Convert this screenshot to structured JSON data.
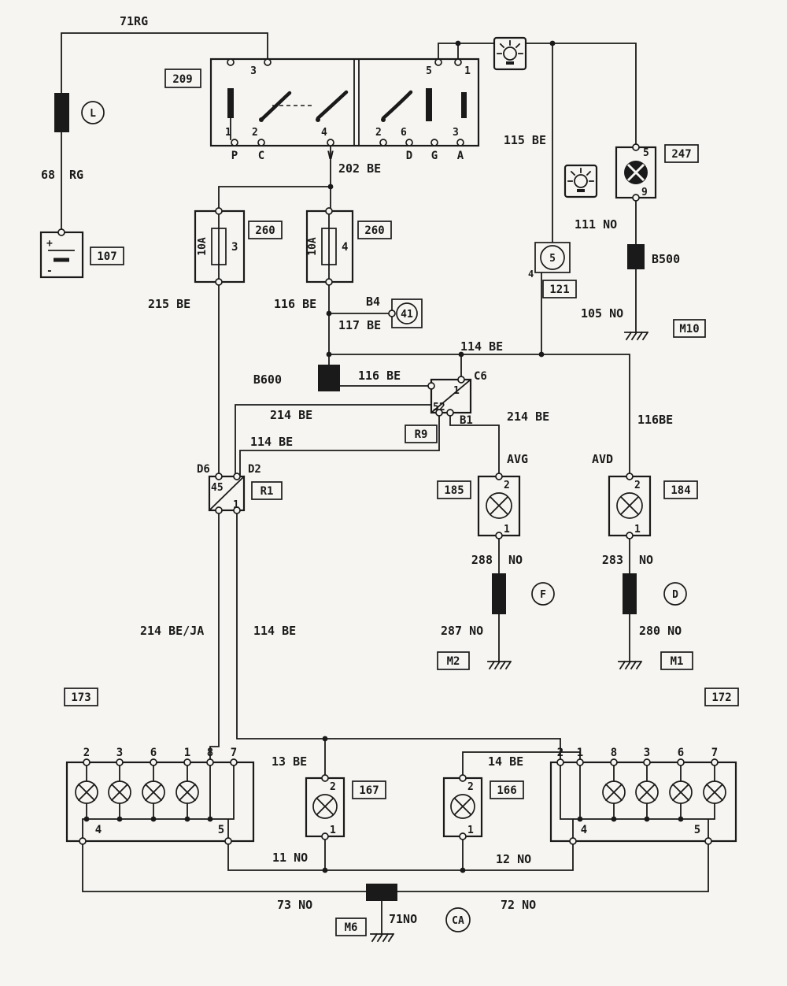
{
  "colors": {
    "ink": "#1a1a1a",
    "paper": "#f6f5f1"
  },
  "power": {
    "w71rg": "71RG",
    "l68": "68",
    "lrg": "RG",
    "device_l": "L",
    "battery_ref": "107",
    "plus": "+",
    "minus": "-"
  },
  "switch209": {
    "ref": "209",
    "t3": "3",
    "t5": "5",
    "t1": "1",
    "n1": "1",
    "n2": "2",
    "n4": "4",
    "n2b": "2",
    "n6": "6",
    "n3": "3",
    "lp": "P",
    "lc": "C",
    "lv": "V",
    "ld": "D",
    "lg": "G",
    "la": "A"
  },
  "fuses": {
    "left": {
      "ref": "260",
      "amp": "10A",
      "term": "3"
    },
    "right": {
      "ref": "260",
      "amp": "10A",
      "term": "4"
    }
  },
  "wires": {
    "w202": "202 BE",
    "w215": "215 BE",
    "w116a": "116 BE",
    "wb4": "B4",
    "w117": "117 BE",
    "w115": "115 BE",
    "w111": "111 NO",
    "w105": "105 NO",
    "w114a": "114 BE",
    "w116b": "116 BE",
    "w214a": "214 BE",
    "w114b": "114 BE",
    "w214b": "214 BE",
    "w116c": "116BE",
    "w288n": "288",
    "w288c": "NO",
    "w283n": "283",
    "w283c": "NO",
    "w287": "287 NO",
    "w280": "280 NO",
    "w214ja": "214 BE/JA",
    "w114c": "114 BE",
    "w13": "13 BE",
    "w14": "14 BE",
    "w11": "11 NO",
    "w12": "12 NO",
    "w73": "73 NO",
    "w72": "72 NO",
    "w71": "71NO"
  },
  "connectors": {
    "b500": "B500",
    "b600": "B600",
    "c173": "173",
    "c172": "172"
  },
  "grounds": {
    "m10": "M10",
    "m2": "M2",
    "m1": "M1",
    "m6": "M6"
  },
  "relays": {
    "r9": {
      "ref": "R9",
      "num": "52",
      "t1": "1",
      "c6": "C6",
      "b1": "B1"
    },
    "r1": {
      "ref": "R1",
      "num": "45",
      "sub": "1",
      "d6": "D6",
      "d2": "D2"
    }
  },
  "lamps": {
    "l41": "41",
    "l247": {
      "ref": "247",
      "t5": "5",
      "t9": "9"
    },
    "l121": {
      "ref": "121",
      "inner": "5",
      "t4": "4"
    },
    "l185": {
      "ref": "185",
      "t2": "2",
      "t1": "1",
      "tag": "AVG"
    },
    "l184": {
      "ref": "184",
      "t2": "2",
      "t1": "1",
      "tag": "AVD"
    },
    "l167": {
      "ref": "167",
      "t2": "2",
      "t1": "1"
    },
    "l166": {
      "ref": "166",
      "t2": "2",
      "t1": "1"
    }
  },
  "markers": {
    "f": "F",
    "d": "D",
    "ca": "CA"
  },
  "clusters": {
    "left": {
      "top": [
        "2",
        "3",
        "6",
        "1",
        "8",
        "7"
      ],
      "b4": "4",
      "b5": "5"
    },
    "right": {
      "top": [
        "2",
        "1",
        "8",
        "3",
        "6",
        "7"
      ],
      "b4": "4",
      "b5": "5"
    }
  }
}
